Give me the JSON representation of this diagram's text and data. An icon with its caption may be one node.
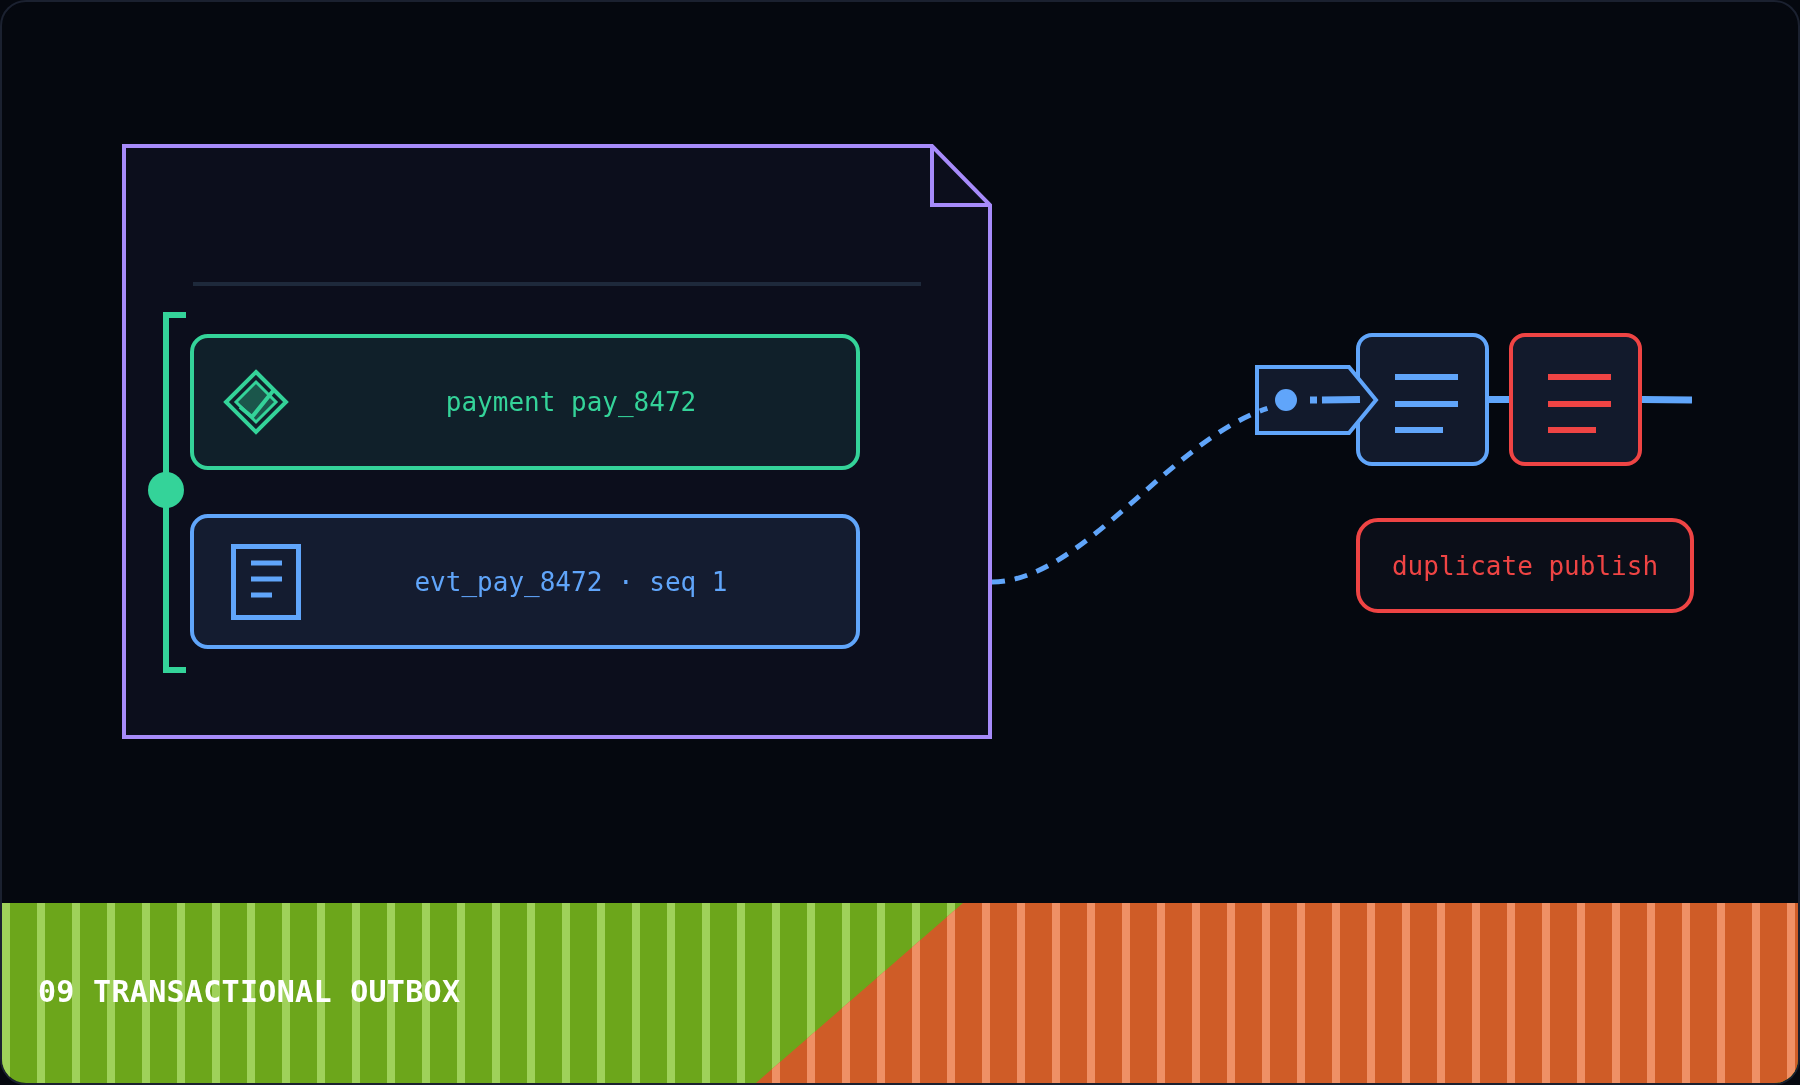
{
  "diagram": {
    "caption": "09 TRANSACTIONAL OUTBOX",
    "nodes": [
      {
        "text": [],
        "shape": "document"
      },
      {
        "text": [
          "payment pay_8472"
        ],
        "in": 0
      },
      {
        "text": [
          "evt_pay_8472 · seq 1"
        ],
        "in": 0
      },
      {
        "text": [],
        "shape": "tag"
      },
      {
        "text": [],
        "shape": "box"
      },
      {
        "text": [],
        "shape": "box"
      },
      {
        "text": [
          "duplicate publish"
        ]
      }
    ],
    "edges": [
      {
        "from": 0,
        "to": 3,
        "arrow": "none",
        "style": "dashed"
      },
      {
        "from": 3,
        "to": 4,
        "arrow": "none"
      },
      {
        "from": 4,
        "to": 5,
        "arrow": "none"
      },
      {
        "from": 5,
        "to": null,
        "arrow": "none"
      }
    ]
  }
}
